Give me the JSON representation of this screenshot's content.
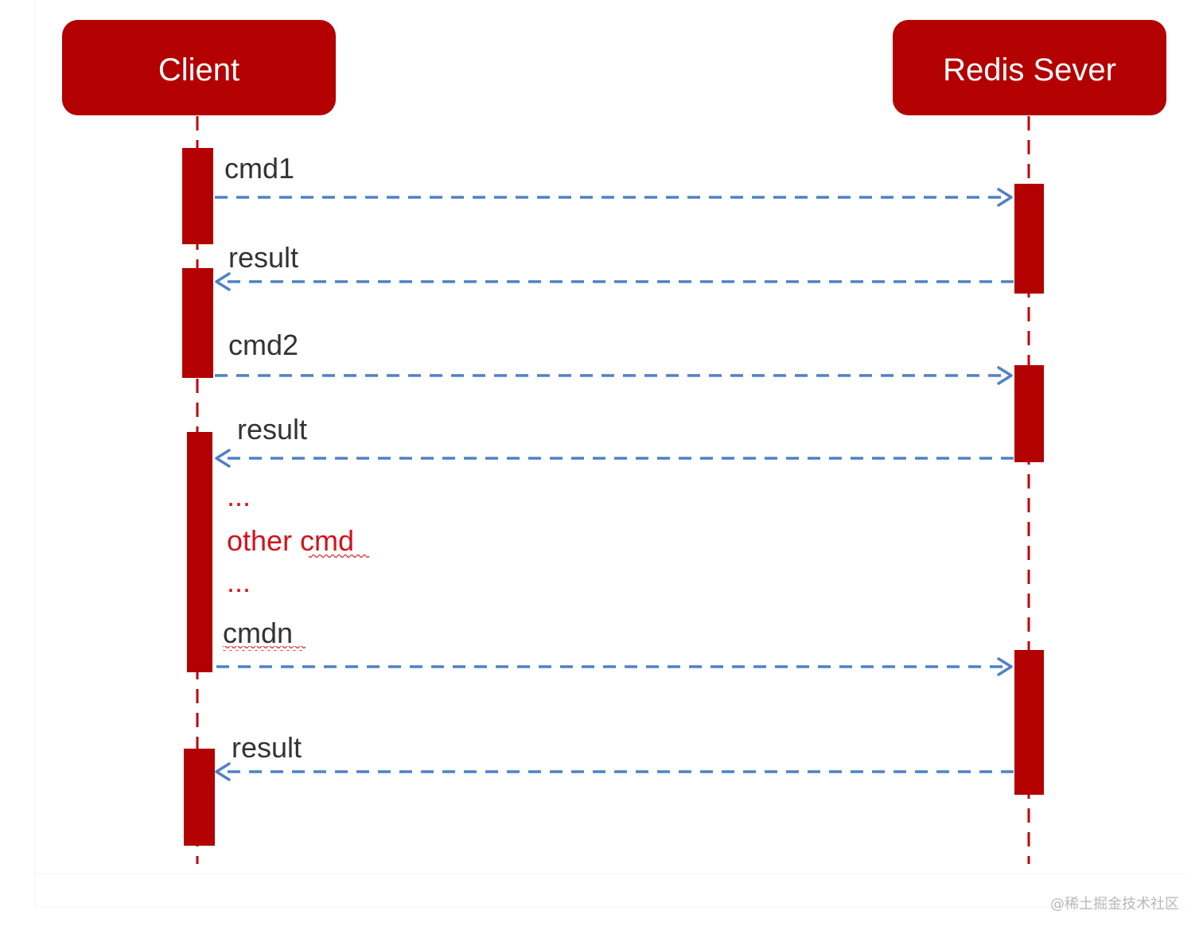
{
  "colors": {
    "actor_fill": "#b30000",
    "activation_fill": "#b30000",
    "lifeline": "#c0000b",
    "arrow": "#4f81c7",
    "note_text": "#d0141c",
    "message_text": "#333333"
  },
  "actors": [
    {
      "id": "client",
      "label": "Client"
    },
    {
      "id": "server",
      "label": "Redis Sever"
    }
  ],
  "messages": [
    {
      "from": "client",
      "to": "server",
      "label": "cmd1",
      "style": "dashed"
    },
    {
      "from": "server",
      "to": "client",
      "label": "result",
      "style": "dashed"
    },
    {
      "from": "client",
      "to": "server",
      "label": "cmd2",
      "style": "dashed"
    },
    {
      "from": "server",
      "to": "client",
      "label": "result",
      "style": "dashed"
    },
    {
      "from": "client",
      "to": "server",
      "label": "cmdn",
      "style": "dashed",
      "spellcheck_underline": true
    },
    {
      "from": "server",
      "to": "client",
      "label": "result",
      "style": "dashed"
    }
  ],
  "notes": [
    {
      "text": "...",
      "color": "red"
    },
    {
      "text": "other cmd",
      "color": "red",
      "spellcheck_underline_on": "cmd"
    },
    {
      "text": "...",
      "color": "red"
    }
  ],
  "watermark": "@稀土掘金技术社区"
}
